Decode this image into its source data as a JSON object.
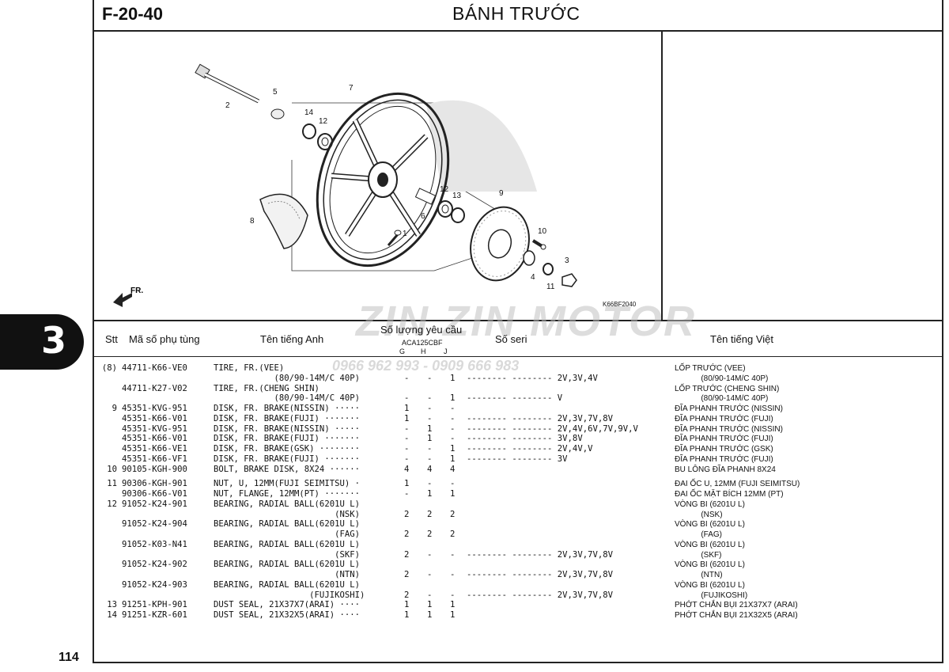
{
  "header": {
    "code": "F-20-40",
    "title": "BÁNH TRƯỚC"
  },
  "page_number": "114",
  "section_tab": "3",
  "figure_code": "K66BF2040",
  "fr_label": "FR.",
  "callouts": [
    "1",
    "2",
    "3",
    "4",
    "5",
    "6",
    "7",
    "8",
    "9",
    "10",
    "11",
    "12",
    "12",
    "13",
    "14"
  ],
  "watermark": {
    "brand": "ZIN ZIN MOTOR",
    "phone": "0966 962 993 - 0909 666 983"
  },
  "table_header": {
    "stt": "Stt",
    "part_no": "Mã số phụ tùng",
    "english": "Tên tiếng Anh",
    "qty": "Số lượng yêu cầu",
    "model": "ACA125CBF",
    "g": "G",
    "h": "H",
    "j": "J",
    "serial": "Số seri",
    "vietnamese": "Tên tiếng Việt"
  },
  "rows": [
    {
      "stt": "(8)",
      "part": "44711-K66-VE0",
      "en": "TIRE, FR.(VEE)",
      "g": "",
      "h": "",
      "j": "",
      "serial": "",
      "vn": "LỐP TRƯỚC (VEE)"
    },
    {
      "stt": "",
      "part": "",
      "en": "            (80/90-14M/C 40P)",
      "g": "-",
      "h": "-",
      "j": "1",
      "serial": "-------- -------- 2V,3V,4V",
      "vn": "            (80/90-14M/C 40P)"
    },
    {
      "stt": "",
      "part": "44711-K27-V02",
      "en": "TIRE, FR.(CHENG SHIN)",
      "g": "",
      "h": "",
      "j": "",
      "serial": "",
      "vn": "LỐP TRƯỚC (CHENG SHIN)"
    },
    {
      "stt": "",
      "part": "",
      "en": "            (80/90-14M/C 40P)",
      "g": "-",
      "h": "-",
      "j": "1",
      "serial": "-------- -------- V",
      "vn": "            (80/90-14M/C 40P)"
    },
    {
      "stt": "9",
      "part": "45351-KVG-951",
      "en": "DISK, FR. BRAKE(NISSIN) ·····",
      "g": "1",
      "h": "-",
      "j": "-",
      "serial": "",
      "vn": "ĐĨA PHANH TRƯỚC (NISSIN)"
    },
    {
      "stt": "",
      "part": "45351-K66-V01",
      "en": "DISK, FR. BRAKE(FUJI) ·······",
      "g": "1",
      "h": "-",
      "j": "-",
      "serial": "-------- -------- 2V,3V,7V,8V",
      "vn": "ĐĨA PHANH TRƯỚC (FUJI)"
    },
    {
      "stt": "",
      "part": "45351-KVG-951",
      "en": "DISK, FR. BRAKE(NISSIN) ·····",
      "g": "-",
      "h": "1",
      "j": "-",
      "serial": "-------- -------- 2V,4V,6V,7V,9V,V",
      "vn": "ĐĨA PHANH TRƯỚC (NISSIN)"
    },
    {
      "stt": "",
      "part": "45351-K66-V01",
      "en": "DISK, FR. BRAKE(FUJI) ·······",
      "g": "-",
      "h": "1",
      "j": "-",
      "serial": "-------- -------- 3V,8V",
      "vn": "ĐĨA PHANH TRƯỚC (FUJI)"
    },
    {
      "stt": "",
      "part": "45351-K66-VE1",
      "en": "DISK, FR. BRAKE(GSK) ········",
      "g": "-",
      "h": "-",
      "j": "1",
      "serial": "-------- -------- 2V,4V,V",
      "vn": "ĐĨA PHANH TRƯỚC (GSK)"
    },
    {
      "stt": "",
      "part": "45351-K66-VF1",
      "en": "DISK, FR. BRAKE(FUJI) ·······",
      "g": "-",
      "h": "-",
      "j": "1",
      "serial": "-------- -------- 3V",
      "vn": "ĐĨA PHANH TRƯỚC (FUJI)"
    },
    {
      "stt": "10",
      "part": "90105-KGH-900",
      "en": "BOLT, BRAKE DISK, 8X24 ······",
      "g": "4",
      "h": "4",
      "j": "4",
      "serial": "",
      "vn": "BU LÔNG ĐĨA PHANH 8X24"
    },
    {
      "gap": true
    },
    {
      "stt": "11",
      "part": "90306-KGH-901",
      "en": "NUT, U, 12MM(FUJI SEIMITSU) ·",
      "g": "1",
      "h": "-",
      "j": "-",
      "serial": "",
      "vn": "ĐAI ỐC U, 12MM (FUJI SEIMITSU)"
    },
    {
      "stt": "",
      "part": "90306-K66-V01",
      "en": "NUT, FLANGE, 12MM(PT) ·······",
      "g": "-",
      "h": "1",
      "j": "1",
      "serial": "",
      "vn": "ĐAI ỐC MẶT BÍCH 12MM (PT)"
    },
    {
      "stt": "12",
      "part": "91052-K24-901",
      "en": "BEARING, RADIAL BALL(6201U L)",
      "g": "",
      "h": "",
      "j": "",
      "serial": "",
      "vn": "VÒNG BI (6201U L)"
    },
    {
      "stt": "",
      "part": "",
      "en": "                        (NSK)",
      "g": "2",
      "h": "2",
      "j": "2",
      "serial": "",
      "vn": "            (NSK)"
    },
    {
      "stt": "",
      "part": "91052-K24-904",
      "en": "BEARING, RADIAL BALL(6201U L)",
      "g": "",
      "h": "",
      "j": "",
      "serial": "",
      "vn": "VÒNG BI (6201U L)"
    },
    {
      "stt": "",
      "part": "",
      "en": "                        (FAG)",
      "g": "2",
      "h": "2",
      "j": "2",
      "serial": "",
      "vn": "            (FAG)"
    },
    {
      "stt": "",
      "part": "91052-K03-N41",
      "en": "BEARING, RADIAL BALL(6201U L)",
      "g": "",
      "h": "",
      "j": "",
      "serial": "",
      "vn": "VÒNG BI (6201U L)"
    },
    {
      "stt": "",
      "part": "",
      "en": "                        (SKF)",
      "g": "2",
      "h": "-",
      "j": "-",
      "serial": "-------- -------- 2V,3V,7V,8V",
      "vn": "            (SKF)"
    },
    {
      "stt": "",
      "part": "91052-K24-902",
      "en": "BEARING, RADIAL BALL(6201U L)",
      "g": "",
      "h": "",
      "j": "",
      "serial": "",
      "vn": "VÒNG BI (6201U L)"
    },
    {
      "stt": "",
      "part": "",
      "en": "                        (NTN)",
      "g": "2",
      "h": "-",
      "j": "-",
      "serial": "-------- -------- 2V,3V,7V,8V",
      "vn": "            (NTN)"
    },
    {
      "stt": "",
      "part": "91052-K24-903",
      "en": "BEARING, RADIAL BALL(6201U L)",
      "g": "",
      "h": "",
      "j": "",
      "serial": "",
      "vn": "VÒNG BI (6201U L)"
    },
    {
      "stt": "",
      "part": "",
      "en": "                   (FUJIKOSHI)",
      "g": "2",
      "h": "-",
      "j": "-",
      "serial": "-------- -------- 2V,3V,7V,8V",
      "vn": "            (FUJIKOSHI)"
    },
    {
      "stt": "13",
      "part": "91251-KPH-901",
      "en": "DUST SEAL, 21X37X7(ARAI) ····",
      "g": "1",
      "h": "1",
      "j": "1",
      "serial": "",
      "vn": "PHỚT CHẮN BỤI 21X37X7 (ARAI)"
    },
    {
      "stt": "14",
      "part": "91251-KZR-601",
      "en": "DUST SEAL, 21X32X5(ARAI) ····",
      "g": "1",
      "h": "1",
      "j": "1",
      "serial": "",
      "vn": "PHỚT CHẮN BỤI 21X32X5 (ARAI)"
    }
  ]
}
